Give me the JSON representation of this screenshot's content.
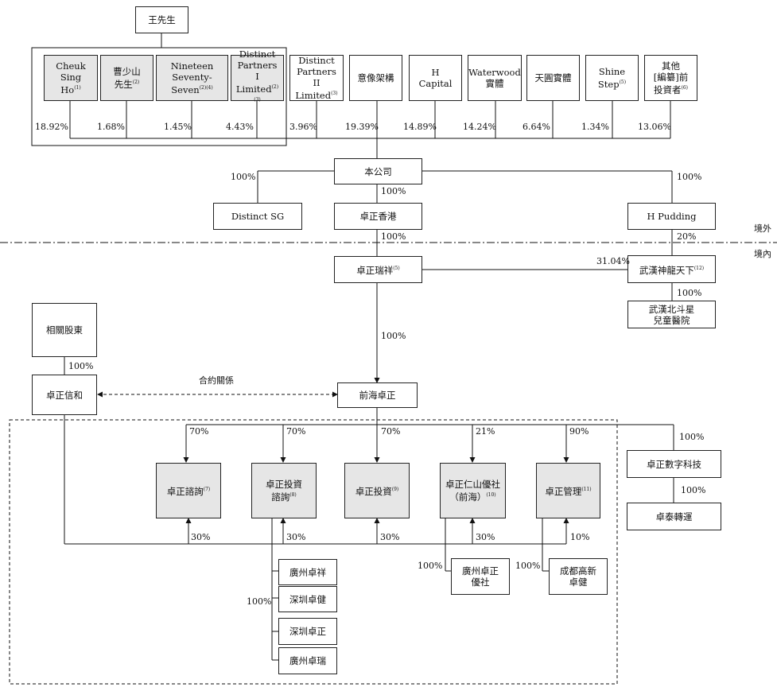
{
  "entities": {
    "mr_wang": "王先生",
    "cheuk_sing_ho": "Cheuk Sing\nHo",
    "cheuk_sing_ho_note": "(1)",
    "cao_shaoshan": "曹少山\n先生",
    "cao_shaoshan_note": "(2)",
    "nineteen": "Nineteen\nSeventy-Seven",
    "nineteen_note": "(2)(4)",
    "dp1": "Distinct\nPartners\nI Limited",
    "dp1_note": "(2)(3)",
    "dp2": "Distinct\nPartners\nII Limited",
    "dp2_note": "(3)",
    "yixiang": "意像架構",
    "hcapital": "H\nCapital",
    "waterwood": "Waterwood\n實體",
    "tianyuan": "天圓實體",
    "shinestep": "Shine Step",
    "shinestep_note": "(5)",
    "others": "其他\n[編纂]前\n投資者",
    "others_note": "(6)",
    "company": "本公司",
    "distinct_sg": "Distinct SG",
    "hk": "卓正香港",
    "hpudding": "H Pudding",
    "ruixiang": "卓正瑞祥",
    "ruixiang_note": "(5)",
    "wuhan_shenlong": "武漢神龍天下",
    "wuhan_shenlong_note": "(12)",
    "wuhan_beidou": "武漢北斗星\n兒童醫院",
    "related_sh": "相關股東",
    "xinhe": "卓正信和",
    "qianhai": "前海卓正",
    "zixun": "卓正諮詢",
    "zixun_note": "(7)",
    "touzi_zixun": "卓正投資\n諮詢",
    "touzi_zixun_note": "(8)",
    "touzi": "卓正投資",
    "touzi_note": "(9)",
    "renshan": "卓正仁山優社\n（前海）",
    "renshan_note": "(10)",
    "guanli": "卓正管理",
    "guanli_note": "(11)",
    "shuzi": "卓正數字科技",
    "taizhuan": "卓泰轉運",
    "gz_zx": "廣州卓祥",
    "sz_zj": "深圳卓健",
    "sz_zz": "深圳卓正",
    "gz_zr": "廣州卓瑞",
    "gz_youshe": "廣州卓正\n優社",
    "cd_zj": "成都高新\n卓健"
  },
  "percentages": {
    "cheuk": "18.92%",
    "cao": "1.68%",
    "nineteen": "1.45%",
    "dp1": "4.43%",
    "dp2": "3.96%",
    "yixiang": "19.39%",
    "hcapital": "14.89%",
    "waterwood": "14.24%",
    "tianyuan": "6.64%",
    "shinestep": "1.34%",
    "others": "13.06%",
    "sg": "100%",
    "hk": "100%",
    "hpudding": "100%",
    "ruixiang": "100%",
    "pud_shenlong": "20%",
    "ruixiang_shenlong": "31.04%",
    "beidou": "100%",
    "qianhai": "100%",
    "xinhe": "100%",
    "zixun70": "70%",
    "touzizixun70": "70%",
    "touzi70": "70%",
    "renshan21": "21%",
    "guanli90": "90%",
    "shuzi": "100%",
    "taizhuan": "100%",
    "zixun30": "30%",
    "touzizixun30": "30%",
    "touzi30": "30%",
    "renshan30": "30%",
    "guanli10": "10%",
    "subs": "100%",
    "youshe": "100%",
    "cdzj": "100%"
  },
  "labels": {
    "contract": "合約關係",
    "offshore": "境外",
    "onshore": "境內"
  }
}
